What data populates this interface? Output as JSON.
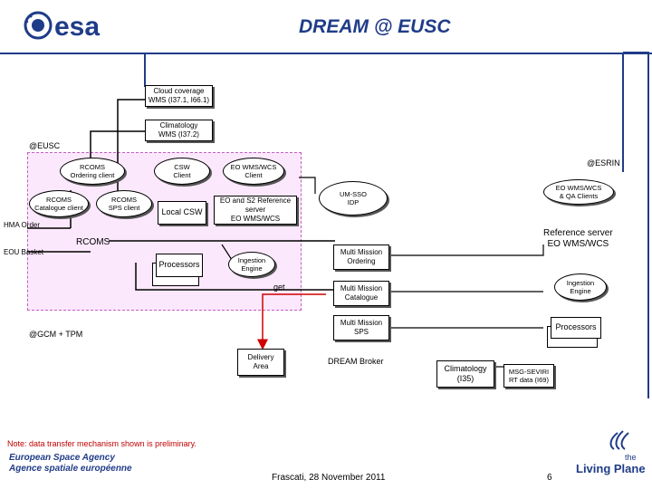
{
  "header": {
    "title": "DREAM @ EUSC",
    "logo_text": "esa"
  },
  "regions": {
    "eusc": "@EUSC",
    "esrin": "@ESRIN",
    "gcm": "@GCM + TPM",
    "dream_broker": "DREAM Broker"
  },
  "boxes": {
    "cloud_coverage": "Cloud coverage\nWMS (I37.1, I66.1)",
    "climatology_wms": "Climatology\nWMS (I37.2)",
    "rcoms_ordering": "RCOMS\nOrdering client",
    "csw_client": "CSW\nClient",
    "eo_wms_wcs_client": "EO WMS/WCS\nClient",
    "rcoms_catalogue": "RCOMS\nCatalogue client",
    "rcoms_sps": "RCOMS\nSPS client",
    "local_csw": "Local CSW",
    "eo_s2_reference": "EO and S2 Reference\nserver\nEO WMS/WCS",
    "um_sso": "UM-SSO\nIDP",
    "eo_wms_qa": "EO WMS/WCS\n& QA Clients",
    "reference_server": "Reference server\nEO WMS/WCS",
    "rcoms": "RCOMS",
    "processors_left": "Processors",
    "ingestion_left": "Ingestion\nEngine",
    "multi_ordering": "Multi Mission\nOrdering",
    "multi_catalogue": "Multi Mission\nCatalogue",
    "ingestion_right": "Ingestion\nEngine",
    "multi_sps": "Multi Mission\nSPS",
    "processors_right": "Processors",
    "delivery_area": "Delivery\nArea",
    "climatology_i35": "Climatology\n(I35)",
    "msg_seviri": "MSG-SEVIRI\nRT data (I69)"
  },
  "labels": {
    "hma_order": "HMA Order",
    "eou_basket": "EOU Basket",
    "get": "get"
  },
  "footer": {
    "note": "Note: data transfer mechanism shown is preliminary.",
    "agency_en": "European Space Agency",
    "agency_fr": "Agence spatiale européenne",
    "date": "Frascati, 28 November 2011",
    "page": "6",
    "brand_top": "the",
    "brand_bottom": "Living Planet"
  },
  "colors": {
    "brand_blue": "#1f3c88",
    "arrow_red": "#d00000",
    "eusc_fill": "#fce8fc"
  }
}
